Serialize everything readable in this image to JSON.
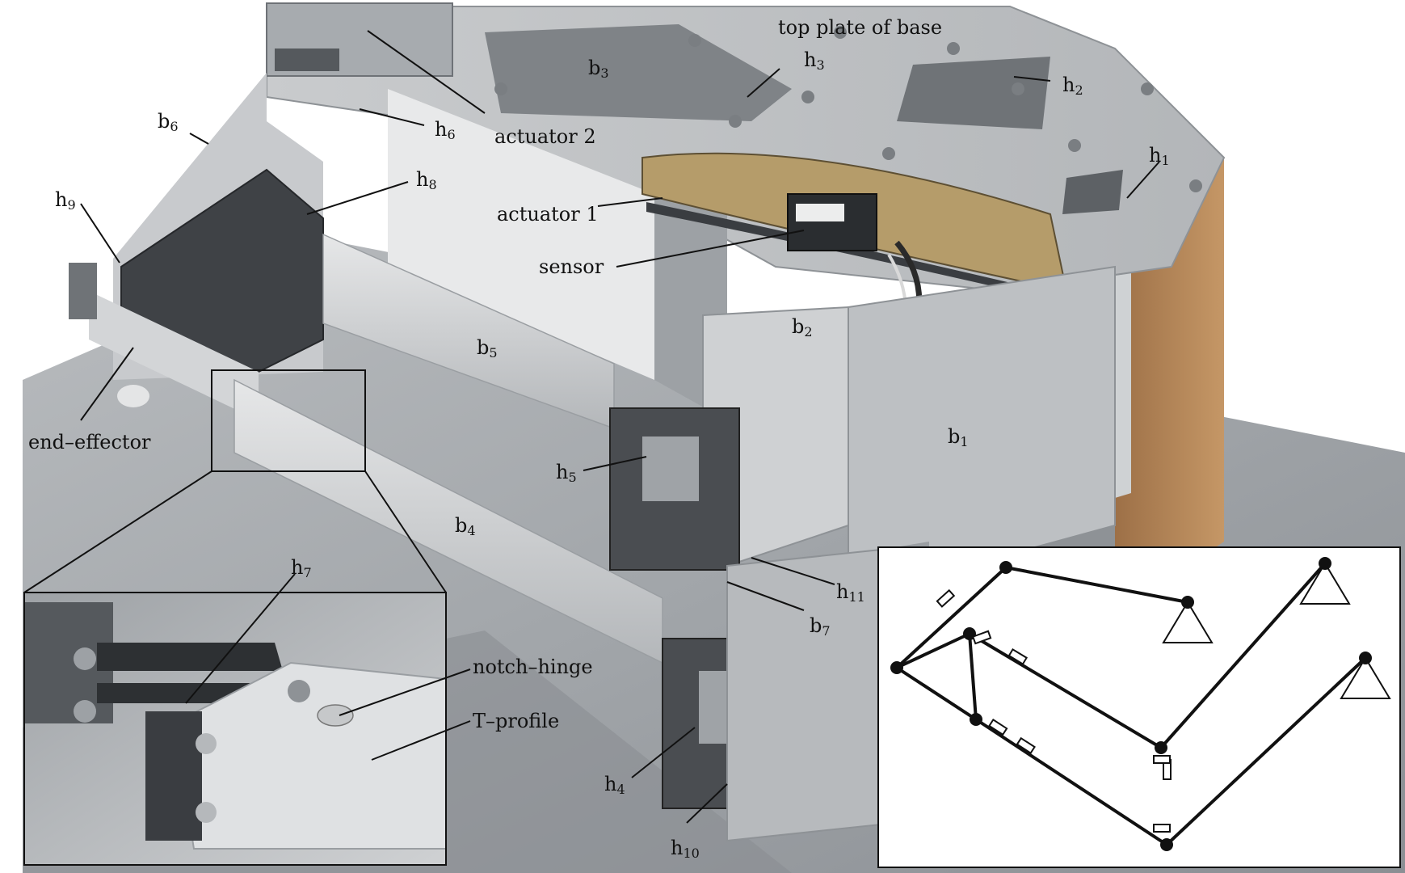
{
  "labels": {
    "top_plate": "top plate of base",
    "actuator2": "actuator 2",
    "actuator1": "actuator 1",
    "sensor": "sensor",
    "end_effector": "end–effector",
    "notch_hinge": "notch–hinge",
    "t_profile": "T–profile",
    "b1": {
      "base": "b",
      "sub": "1"
    },
    "b2": {
      "base": "b",
      "sub": "2"
    },
    "b3": {
      "base": "b",
      "sub": "3"
    },
    "b4": {
      "base": "b",
      "sub": "4"
    },
    "b5": {
      "base": "b",
      "sub": "5"
    },
    "b6": {
      "base": "b",
      "sub": "6"
    },
    "b7": {
      "base": "b",
      "sub": "7"
    },
    "h1": {
      "base": "h",
      "sub": "1"
    },
    "h2": {
      "base": "h",
      "sub": "2"
    },
    "h3": {
      "base": "h",
      "sub": "3"
    },
    "h4": {
      "base": "h",
      "sub": "4"
    },
    "h5": {
      "base": "h",
      "sub": "5"
    },
    "h6": {
      "base": "h",
      "sub": "6"
    },
    "h7": {
      "base": "h",
      "sub": "7"
    },
    "h8": {
      "base": "h",
      "sub": "8"
    },
    "h9": {
      "base": "h",
      "sub": "9"
    },
    "h10": {
      "base": "h",
      "sub": "10"
    },
    "h11": {
      "base": "h",
      "sub": "11"
    }
  },
  "colors": {
    "aluminium_light": "#d6d8da",
    "aluminium_mid": "#a9adb1",
    "aluminium_dark": "#6e7277",
    "steel_dark": "#3c3f43",
    "wood": "#b8885a",
    "line": "#111111"
  }
}
